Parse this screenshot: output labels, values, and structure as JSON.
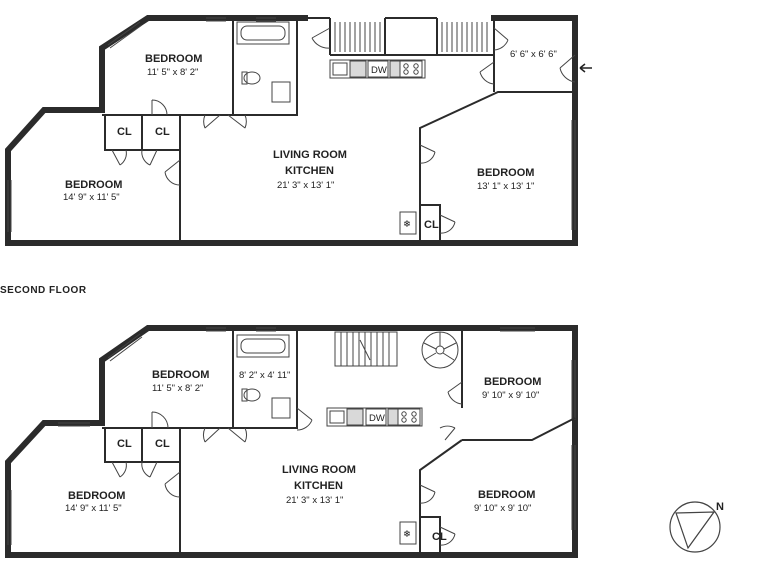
{
  "upper_floor": {
    "rooms": [
      {
        "key": "bed_nw",
        "name": "BEDROOM",
        "dims": "11' 5\" x 8' 2\""
      },
      {
        "key": "bed_w",
        "name": "BEDROOM",
        "dims": "14' 9\" x 11' 5\""
      },
      {
        "key": "living",
        "name": "LIVING ROOM",
        "name2": "KITCHEN",
        "dims": "21' 3\" x 13' 1\""
      },
      {
        "key": "bed_e",
        "name": "BEDROOM",
        "dims": "13' 1\" x 13' 1\""
      },
      {
        "key": "entry",
        "name": "",
        "dims": "6' 6\" x 6' 6\""
      }
    ],
    "closets": [
      "CL",
      "CL",
      "CL"
    ],
    "dishwasher": "DW"
  },
  "floor_label": "SECOND FLOOR",
  "lower_floor": {
    "rooms": [
      {
        "key": "bed_nw",
        "name": "BEDROOM",
        "dims": "11' 5\" x 8' 2\""
      },
      {
        "key": "bath",
        "name": "",
        "dims": "8' 2\" x 4' 11\""
      },
      {
        "key": "bed_w",
        "name": "BEDROOM",
        "dims": "14' 9\" x 11' 5\""
      },
      {
        "key": "living",
        "name": "LIVING ROOM",
        "name2": "KITCHEN",
        "dims": "21' 3\" x 13' 1\""
      },
      {
        "key": "bed_ne",
        "name": "BEDROOM",
        "dims": "9' 10\" x 9' 10\""
      },
      {
        "key": "bed_se",
        "name": "BEDROOM",
        "dims": "9' 10\" x 9' 10\""
      }
    ],
    "closets": [
      "CL",
      "CL",
      "CL"
    ],
    "dishwasher": "DW"
  },
  "compass": {
    "label": "N",
    "icon": "compass-icon"
  }
}
